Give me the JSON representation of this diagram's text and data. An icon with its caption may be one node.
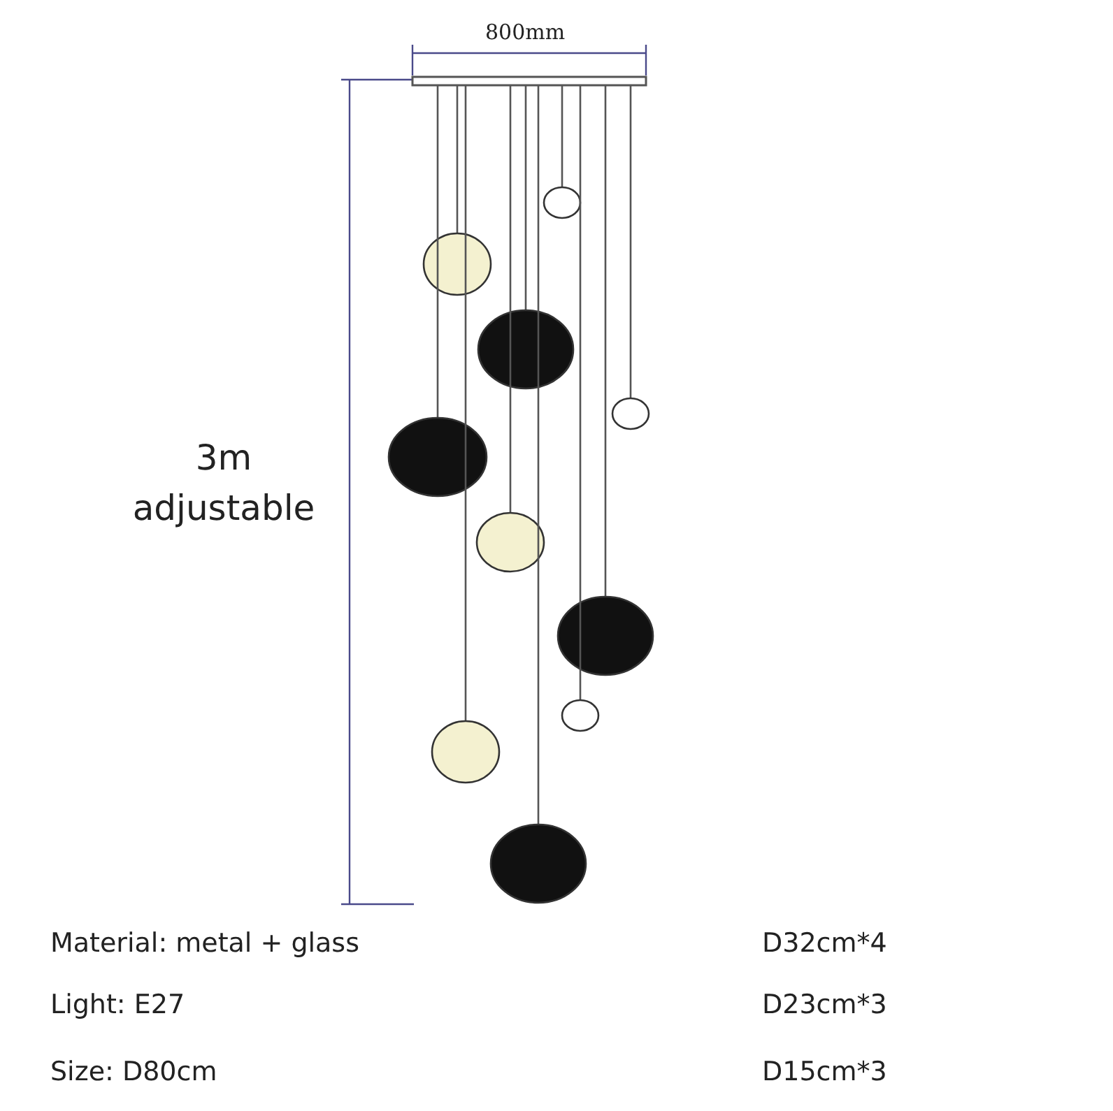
{
  "diagram": {
    "labels": [
      "800mm",
      "3m adjustable",
      "Material: metal + glass",
      "D32cm*4",
      "Light: E27",
      "D23cm*3",
      "Size: D80cm",
      "D15cm*3"
    ]
  }
}
